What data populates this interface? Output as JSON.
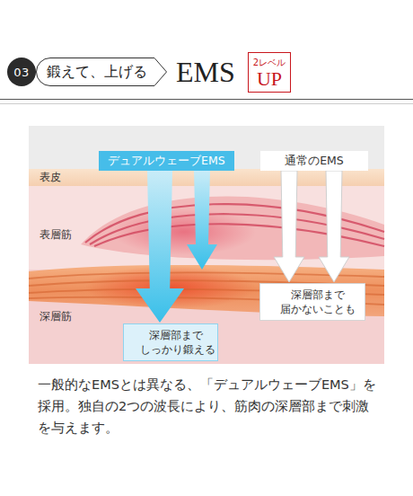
{
  "diagram": {
    "caption": "一般的なEMSとは異なる、「デュアルウェーブEMS」を採用。独自の2つの波長により、筋肉の深層部まで刺激を与えます。",
    "nodes": [
      {
        "text": [
          "03"
        ]
      },
      {
        "text": [
          "鍛えて、上げる"
        ]
      },
      {
        "text": [
          "2レベル",
          "UP"
        ]
      },
      {
        "text": [
          "デュアルウェーブEMS"
        ]
      },
      {
        "text": [
          "通常のEMS"
        ]
      },
      {
        "text": [
          "表皮"
        ]
      },
      {
        "text": [
          "表層筋"
        ]
      },
      {
        "text": [
          "深層筋"
        ]
      },
      {
        "text": [
          "深層部まで しっかり鍛える"
        ],
        "in": 7
      },
      {
        "text": [
          "深層部まで 届かないことも"
        ],
        "in": 7
      }
    ],
    "edges": [
      {
        "from": 3,
        "to": 8,
        "arrow": "to"
      },
      {
        "from": 4,
        "to": 9,
        "arrow": "to"
      },
      {
        "from": 4,
        "to": 9,
        "arrow": "to"
      }
    ],
    "labels": [
      "EMS"
    ]
  }
}
